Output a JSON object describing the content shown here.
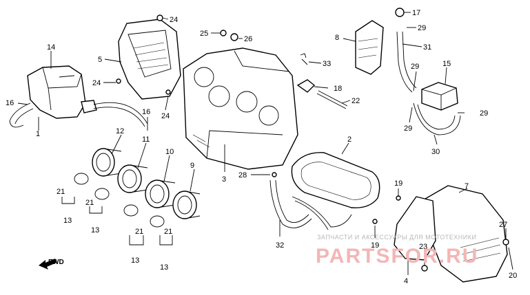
{
  "callouts": [
    {
      "id": "c14",
      "text": "14"
    },
    {
      "id": "c16a",
      "text": "16"
    },
    {
      "id": "c1",
      "text": "1"
    },
    {
      "id": "c5",
      "text": "5"
    },
    {
      "id": "c24a",
      "text": "24"
    },
    {
      "id": "c24b",
      "text": "24"
    },
    {
      "id": "c24c",
      "text": "24"
    },
    {
      "id": "c25",
      "text": "25"
    },
    {
      "id": "c26",
      "text": "26"
    },
    {
      "id": "c16b",
      "text": "16"
    },
    {
      "id": "c12",
      "text": "12"
    },
    {
      "id": "c11",
      "text": "11"
    },
    {
      "id": "c10",
      "text": "10"
    },
    {
      "id": "c9",
      "text": "9"
    },
    {
      "id": "c21a",
      "text": "21"
    },
    {
      "id": "c21b",
      "text": "21"
    },
    {
      "id": "c21c",
      "text": "21"
    },
    {
      "id": "c21d",
      "text": "21"
    },
    {
      "id": "c13a",
      "text": "13"
    },
    {
      "id": "c13b",
      "text": "13"
    },
    {
      "id": "c13c",
      "text": "13"
    },
    {
      "id": "c13d",
      "text": "13"
    },
    {
      "id": "c3",
      "text": "3"
    },
    {
      "id": "c28",
      "text": "28"
    },
    {
      "id": "c2",
      "text": "2"
    },
    {
      "id": "c32",
      "text": "32"
    },
    {
      "id": "c33",
      "text": "33"
    },
    {
      "id": "c18",
      "text": "18"
    },
    {
      "id": "c22",
      "text": "22"
    },
    {
      "id": "c8",
      "text": "8"
    },
    {
      "id": "c17",
      "text": "17"
    },
    {
      "id": "c29a",
      "text": "29"
    },
    {
      "id": "c31",
      "text": "31"
    },
    {
      "id": "c29b",
      "text": "29"
    },
    {
      "id": "c15",
      "text": "15"
    },
    {
      "id": "c29c",
      "text": "29"
    },
    {
      "id": "c29d",
      "text": "29"
    },
    {
      "id": "c30",
      "text": "30"
    },
    {
      "id": "c19a",
      "text": "19"
    },
    {
      "id": "c19b",
      "text": "19"
    },
    {
      "id": "c7",
      "text": "7"
    },
    {
      "id": "c23",
      "text": "23"
    },
    {
      "id": "c27",
      "text": "27"
    },
    {
      "id": "c20",
      "text": "20"
    },
    {
      "id": "c4",
      "text": "4"
    }
  ],
  "direction_marker": {
    "text": "FWD",
    "icon": "forward-arrow-icon"
  },
  "watermark": {
    "line1": "ЗАПЧАСТИ И АКСЕССУАРЫ ДЛЯ МОТОТЕХНИКИ",
    "line2": "PARTSFOR.RU",
    "color": "#f3b6b6"
  }
}
